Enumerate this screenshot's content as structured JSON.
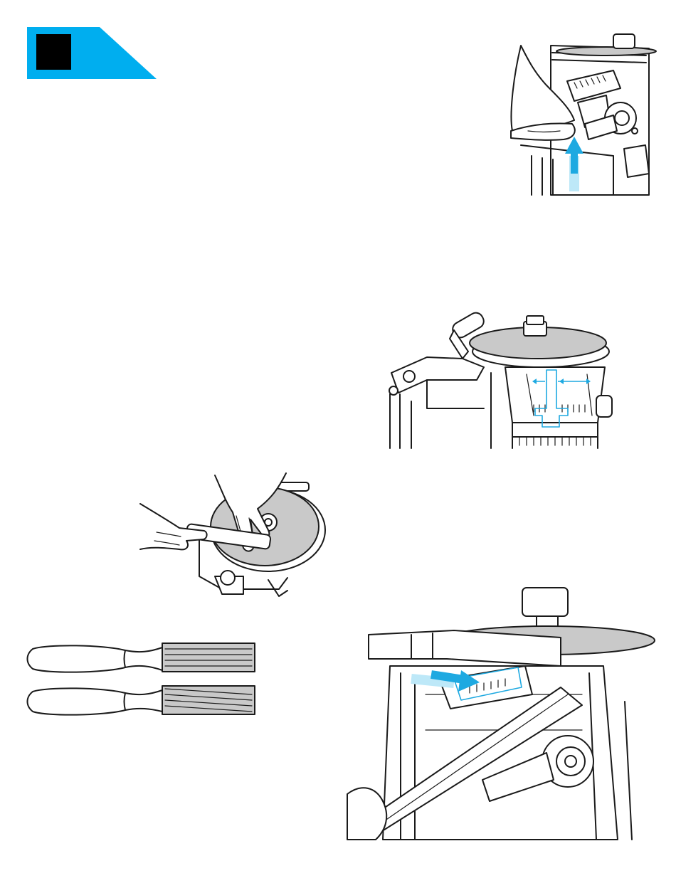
{
  "page": {
    "accent_color": "#00aeef",
    "marker_color": "#000000",
    "figures": [
      {
        "name": "lift-lever-illustration",
        "icon": "hand-lifting-lever-icon"
      },
      {
        "name": "blade-clearance-illustration",
        "icon": "grinder-clearance-icon"
      },
      {
        "name": "disc-cleaning-illustration",
        "icon": "hand-brushing-disc-icon"
      },
      {
        "name": "cleaning-brushes-illustration",
        "icon": "two-brushes-icon"
      },
      {
        "name": "file-cleaning-illustration",
        "icon": "file-insert-arrow-icon"
      }
    ]
  }
}
